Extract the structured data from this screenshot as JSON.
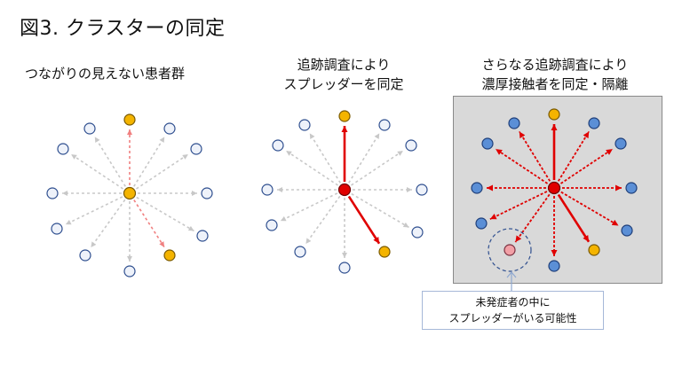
{
  "title": "図3. クラスターの同定",
  "panels": [
    {
      "caption_lines": [
        "つながりの見えない患者群"
      ]
    },
    {
      "caption_lines": [
        "追跡調査により",
        "スプレッダーを同定"
      ]
    },
    {
      "caption_lines": [
        "さらなる追跡調査により",
        "濃厚接触者を同定・隔離"
      ]
    }
  ],
  "callout": {
    "lines": [
      "未発症者の中に",
      "スプレッダーがいる可能性"
    ]
  },
  "colors": {
    "center_unknown": "#f4b400",
    "spreader": "#e00000",
    "infected": "#f4b400",
    "unknown_node_fill": "#eef2fa",
    "unknown_node_stroke": "#2f4f8f",
    "contact_fill": "#5b8fd6",
    "suspect_fill": "#f2a0a6",
    "arrow_gray": "#c8c8c8",
    "arrow_red": "#e00000",
    "arrow_pink": "#f08080",
    "panel_bg": "#d9d9d9"
  }
}
